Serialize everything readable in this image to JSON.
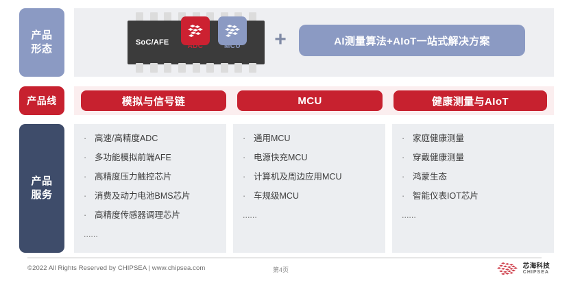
{
  "slide": {
    "rows": [
      {
        "rail_label_lines": [
          "产品",
          "形态"
        ],
        "rail_color": "#8b9ac3"
      },
      {
        "rail_label_lines": [
          "产品线"
        ],
        "rail_color": "#c7212f"
      },
      {
        "rail_label_lines": [
          "产品",
          "服务"
        ],
        "rail_color": "#3e4c6a"
      }
    ]
  },
  "product_form": {
    "chip": {
      "label": "SoC/AFE",
      "blocks": [
        {
          "caption": "ADC",
          "color": "#cc2131",
          "icon": "checker-diamond-icon"
        },
        {
          "caption": "MCU",
          "color": "#8b9ac3",
          "icon": "checker-diamond-icon"
        }
      ],
      "pin_count": 9,
      "body_color": "#3b3b3b"
    },
    "plus": "+",
    "solution_label": "AI测量算法+AIoT一站式解决方案",
    "solution_color": "#8b9ac3"
  },
  "product_lines": {
    "band_color": "#fbeeef",
    "pill_color": "#c7212f",
    "items": [
      {
        "label": "模拟与信号链"
      },
      {
        "label": "MCU"
      },
      {
        "label": "健康测量与AIoT"
      }
    ]
  },
  "product_services": {
    "column_bg": "#eceef1",
    "bullet": "·",
    "more": "......",
    "columns": [
      {
        "items": [
          "高速/高精度ADC",
          "多功能模拟前端AFE",
          "高精度压力触控芯片",
          "消费及动力电池BMS芯片",
          "高精度传感器调理芯片"
        ]
      },
      {
        "items": [
          "通用MCU",
          "电源快充MCU",
          "计算机及周边应用MCU",
          "车规级MCU"
        ]
      },
      {
        "items": [
          "家庭健康测量",
          "穿戴健康测量",
          "鸿蒙生态",
          "智能仪表IOT芯片"
        ]
      }
    ]
  },
  "footer": {
    "copyright": "©2022 All Rights Reserved by CHIPSEA | www.chipsea.com",
    "page": "第4页",
    "logo_cn": "芯海科技",
    "logo_en": "CHIPSEA",
    "logo_color": "#c7212f"
  }
}
